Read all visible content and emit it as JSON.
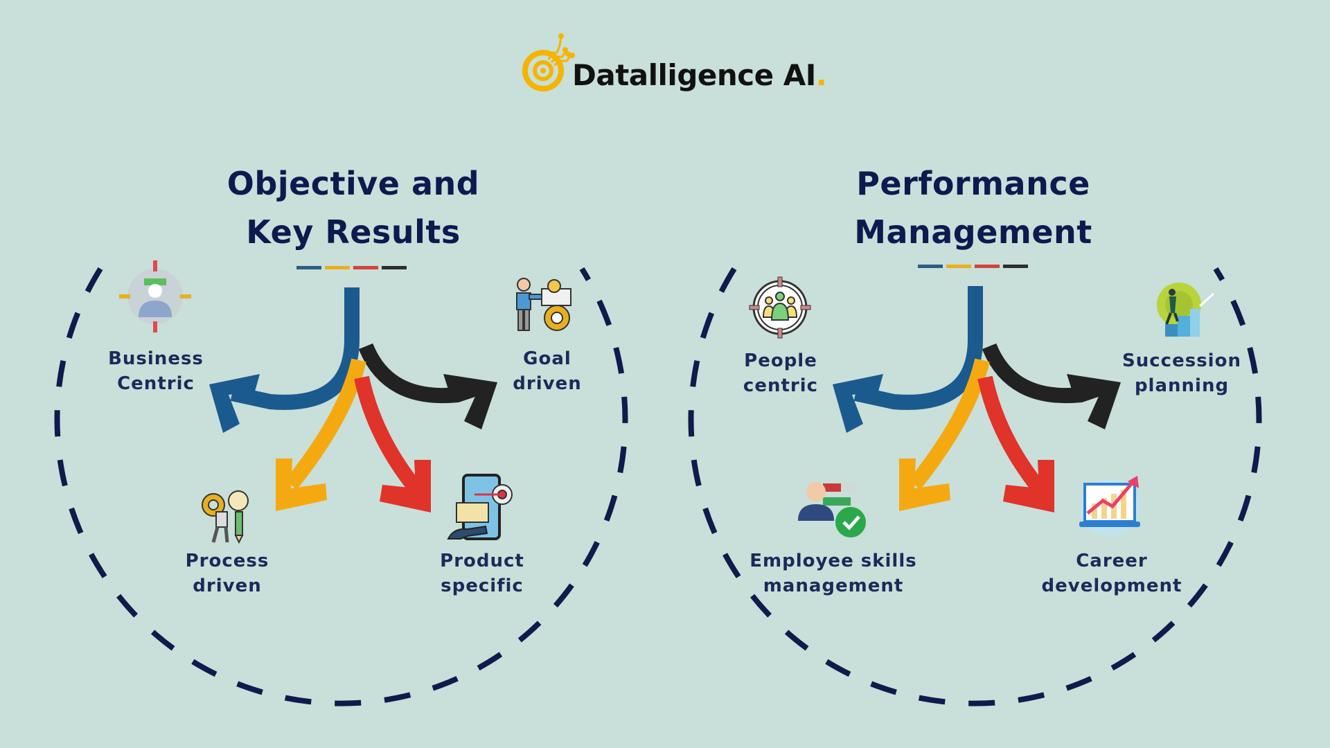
{
  "brand": {
    "name": "Datalligence AI",
    "dot": ".",
    "accent_color": "#f5b400"
  },
  "colors": {
    "background": "#c9dfd9",
    "title_navy": "#0d1a4f",
    "dash_navy": "#0f1a4d",
    "arrow_blue": "#1a5a8e",
    "arrow_yellow": "#f5a911",
    "arrow_red": "#e0332a",
    "arrow_black": "#222222"
  },
  "sections": [
    {
      "id": "okr",
      "title_line1": "Objective and",
      "title_line2": "Key Results",
      "items": [
        {
          "label_line1": "Business",
          "label_line2": "Centric",
          "icon": "business-person-target-icon",
          "arrow": "blue"
        },
        {
          "label_line1": "Goal",
          "label_line2": "driven",
          "icon": "presenter-gear-bulb-icon",
          "arrow": "black"
        },
        {
          "label_line1": "Process",
          "label_line2": "driven",
          "icon": "gear-bulb-pencil-icon",
          "arrow": "yellow"
        },
        {
          "label_line1": "Product",
          "label_line2": "specific",
          "icon": "phone-target-hand-icon",
          "arrow": "red"
        }
      ]
    },
    {
      "id": "performance",
      "title_line1": "Performance",
      "title_line2": "Management",
      "items": [
        {
          "label_line1": "People",
          "label_line2": "centric",
          "icon": "people-target-icon",
          "arrow": "blue"
        },
        {
          "label_line1": "Succession",
          "label_line2": "planning",
          "icon": "stairs-climber-icon",
          "arrow": "black"
        },
        {
          "label_line1": "Employee skills",
          "label_line2": "management",
          "icon": "employee-skills-check-icon",
          "arrow": "yellow"
        },
        {
          "label_line1": "Career",
          "label_line2": "development",
          "icon": "laptop-growth-chart-icon",
          "arrow": "red"
        }
      ]
    }
  ]
}
